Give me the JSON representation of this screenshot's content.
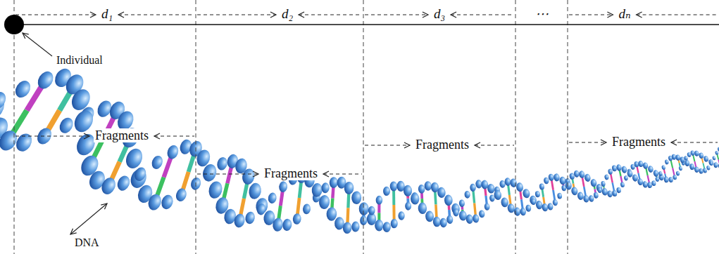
{
  "diagram": {
    "labels": [
      "d₁",
      "d₂",
      "d₃",
      "⋯",
      "dₙ",
      "Individual",
      "Fragments",
      "Fragments",
      "Fragments",
      "Fragments",
      "DNA"
    ]
  }
}
